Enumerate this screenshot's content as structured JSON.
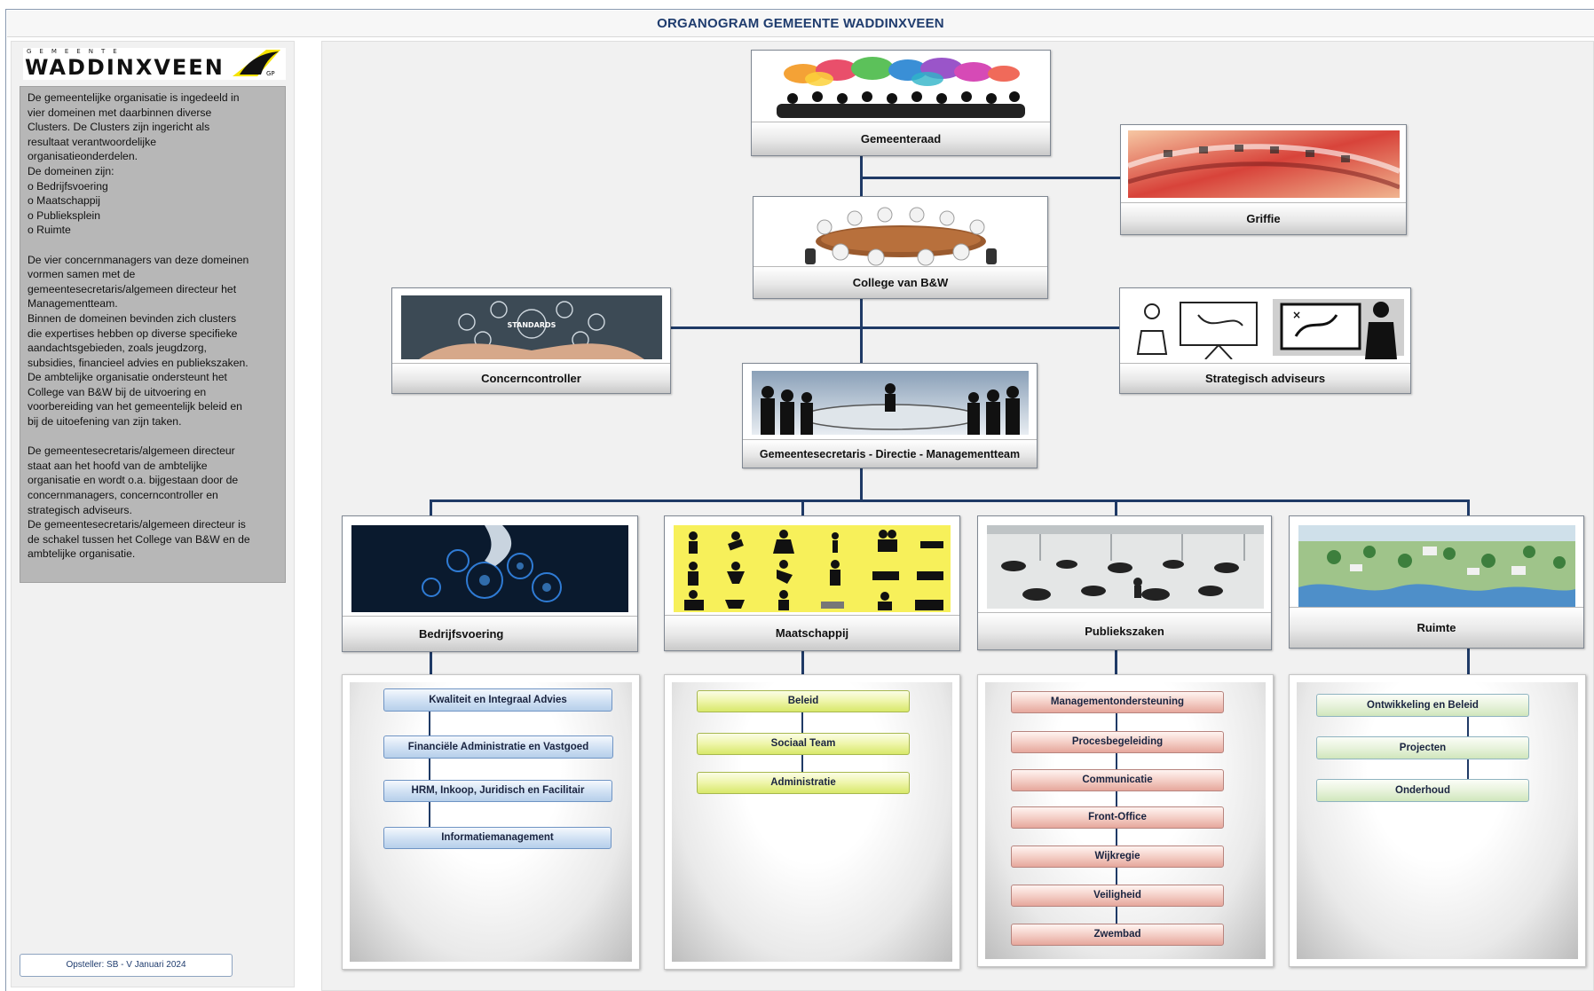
{
  "title": "ORGANOGRAM GEMEENTE WADDINXVEEN",
  "logo": {
    "small": "GEMEENTE",
    "big": "WADDINXVEEN"
  },
  "description": {
    "lines": [
      "De gemeentelijke organisatie is ingedeeld in",
      "vier domeinen met daarbinnen diverse",
      "Clusters. De Clusters zijn ingericht als",
      "resultaat verantwoordelijke",
      "organisatieonderdelen.",
      "De domeinen zijn:",
      "o Bedrijfsvoering",
      "o Maatschappij",
      "o Publieksplein",
      "o Ruimte",
      "",
      "De vier concernmanagers van deze domeinen",
      "vormen samen met de",
      "gemeentesecretaris/algemeen directeur het",
      "Managementteam.",
      "Binnen de domeinen bevinden zich clusters",
      "die expertises hebben op diverse specifieke",
      "aandachtsgebieden, zoals jeugdzorg,",
      "subsidies, financieel advies en publiekszaken.",
      "De ambtelijke organisatie ondersteunt het",
      "College van B&W bij de uitvoering en",
      "voorbereiding van het gemeentelijk beleid en",
      "bij de uitoefening van zijn taken.",
      "",
      "De gemeentesecretaris/algemeen directeur",
      "staat aan het hoofd van de ambtelijke",
      "organisatie en wordt o.a. bijgestaan door de",
      "concernmanagers, concerncontroller en",
      "strategisch adviseurs.",
      "De gemeentesecretaris/algemeen directeur is",
      "de schakel tussen het College van B&W en de",
      "ambtelijke organisatie."
    ]
  },
  "author": "Opsteller: SB - V Januari 2024",
  "nodes": {
    "gemeenteraad": "Gemeenteraad",
    "griffie": "Griffie",
    "college": "College van B&W",
    "concerncontroller": "Concerncontroller",
    "strategisch": "Strategisch adviseurs",
    "secretaris": "Gemeentesecretaris - Directie - Managementteam"
  },
  "domains": [
    {
      "name": "Bedrijfsvoering",
      "clusters": [
        "Kwaliteit en Integraal Advies",
        "Financiële Administratie en Vastgoed",
        "HRM, Inkoop, Juridisch en Facilitair",
        "Informatiemanagement"
      ]
    },
    {
      "name": "Maatschappij",
      "clusters": [
        "Beleid",
        "Sociaal Team",
        "Administratie"
      ]
    },
    {
      "name": "Publiekszaken",
      "clusters": [
        "Managementondersteuning",
        "Procesbegeleiding",
        "Communicatie",
        "Front-Office",
        "Wijkregie",
        "Veiligheid",
        "Zwembad"
      ]
    },
    {
      "name": "Ruimte",
      "clusters": [
        "Ontwikkeling en Beleid",
        "Projecten",
        "Onderhoud"
      ]
    }
  ],
  "colors": {
    "connector": "#1f3a66",
    "title": "#1f3c6e",
    "bedrijfsvoering": "#cfe0f3",
    "maatschappij": "#eef5a9",
    "publiekszaken": "#f4cfc7",
    "ruimte": "#e8f3dc"
  },
  "icons": {
    "gemeenteraad": "speech-bubbles-meeting-icon",
    "griffie": "conference-hall-icon",
    "college": "round-table-icon",
    "concerncontroller": "standards-hands-icon",
    "strategisch": "strategy-board-icon",
    "secretaris": "boardroom-icon",
    "bedrijfsvoering": "gears-hand-icon",
    "maatschappij": "people-pictograms-icon",
    "publiekszaken": "public-hall-icon",
    "ruimte": "urban-plan-icon"
  }
}
